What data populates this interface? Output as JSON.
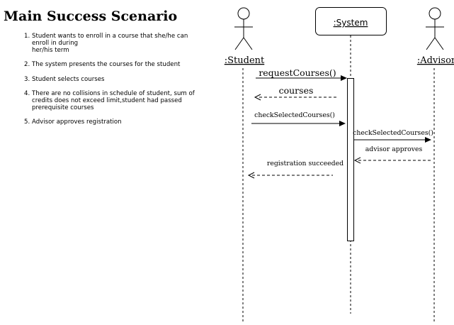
{
  "scenario": {
    "title": "Main Success Scenario",
    "steps": [
      {
        "number": "1.",
        "lines": [
          "Student wants to enroll in a course that she/he can",
          "enroll in during",
          "her/his term"
        ]
      },
      {
        "number": "2.",
        "lines": [
          "The system presents the courses for the student"
        ]
      },
      {
        "number": "3.",
        "lines": [
          "Student selects courses"
        ]
      },
      {
        "number": "4.",
        "lines": [
          "There are no collisions in schedule of student, sum of",
          "credits does not exceed limit,student had passed",
          "prerequisite courses"
        ]
      },
      {
        "number": "5.",
        "lines": [
          "Advisor approves registration"
        ]
      }
    ]
  },
  "participants": {
    "student": ":Student",
    "system": ":System",
    "advisor": ":Advisor"
  },
  "messages": {
    "request_courses": "requestCourses()",
    "courses": "courses",
    "check_selected_courses": "checkSelectedCourses()",
    "check_selected_courses_advisor": "checkSelectedCourses()",
    "advisor_approves": "advisor approves",
    "registration_succeeded": "registration succeeded"
  }
}
